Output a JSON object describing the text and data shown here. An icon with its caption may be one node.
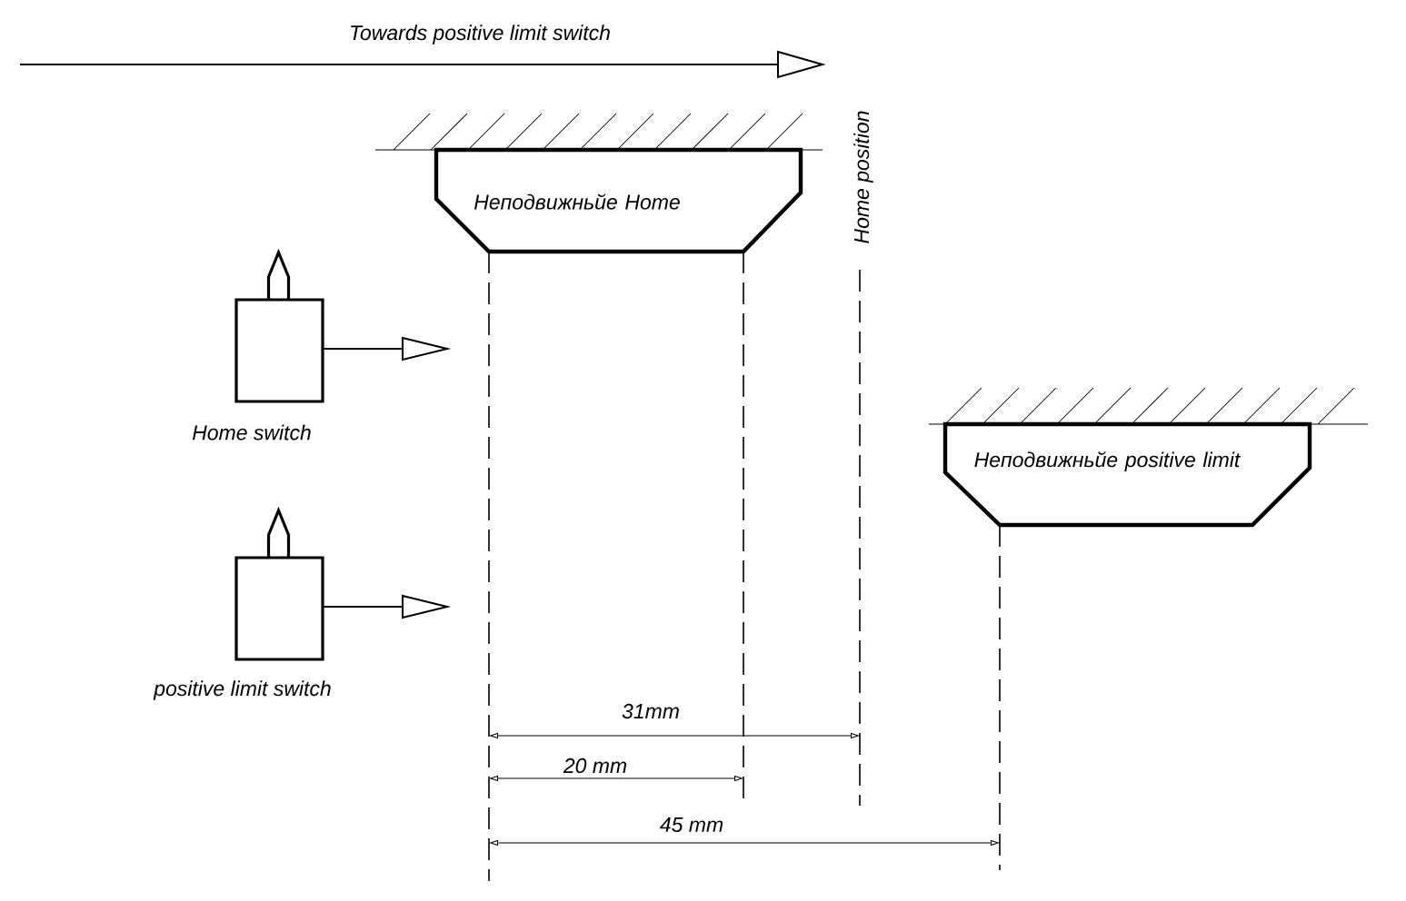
{
  "diagram": {
    "nodes": [
      {
        "text": [
          "Неподвижньйе Home"
        ]
      },
      {
        "text": [
          "Неподвижньйе positive limit"
        ]
      },
      {
        "text": [],
        "shape": "box",
        "beside": [
          "Home switch"
        ]
      },
      {
        "text": [],
        "shape": "box",
        "beside": [
          "positive limit switch"
        ]
      }
    ],
    "labels": [
      "Towards positive limit switch",
      "Home position",
      "31mm",
      "20 mm",
      "45 mm"
    ]
  }
}
